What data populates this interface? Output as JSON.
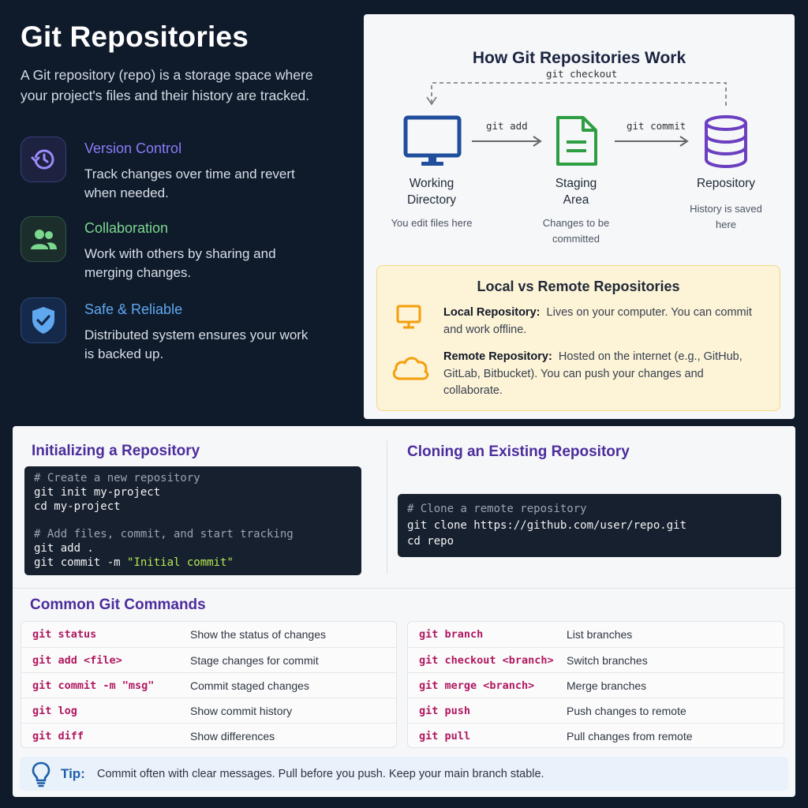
{
  "intro": {
    "title": "Git Repositories",
    "lead": "A Git repository (repo) is a storage space where your project's files and their history are tracked."
  },
  "features": [
    {
      "title": "Version Control",
      "desc": "Track changes over time and revert when needed.",
      "color": "#8b7cf6",
      "icon": "history-icon"
    },
    {
      "title": "Collaboration",
      "desc": "Work with others by sharing and merging changes.",
      "color": "#7bd88f",
      "icon": "users-icon"
    },
    {
      "title": "Safe & Reliable",
      "desc": "Distributed system ensures your work is backed up.",
      "color": "#5fa8f0",
      "icon": "shield-check-icon"
    }
  ],
  "workflow": {
    "title": "How Git Repositories Work",
    "checkout_label": "git checkout",
    "add_label": "git add",
    "commit_label": "git commit",
    "nodes": [
      {
        "name": "Working Directory",
        "desc": "You edit files here",
        "icon": "monitor-icon",
        "color": "#1f4e9c"
      },
      {
        "name": "Staging Area",
        "desc": "Changes to be committed",
        "icon": "document-icon",
        "color": "#2e9e43"
      },
      {
        "name": "Repository",
        "desc": "History is saved here",
        "icon": "database-icon",
        "color": "#6b3fbf"
      }
    ]
  },
  "local_remote": {
    "title": "Local vs Remote Repositories",
    "local_label": "Local Repository:",
    "local_text": "Lives on your computer. You can commit and work offline.",
    "remote_label": "Remote Repository:",
    "remote_text": "Hosted on the internet (e.g., GitHub, GitLab, Bitbucket). You can push your changes and collaborate.",
    "accent": "#f59e0b"
  },
  "init": {
    "title": "Initializing a Repository",
    "comment1": "# Create a new repository",
    "line1": "git init my-project",
    "line2": "cd my-project",
    "comment2": "# Add files, commit, and start tracking",
    "line3": "git add .",
    "line4_prefix": "git commit -m ",
    "line4_string": "\"Initial commit\""
  },
  "clone": {
    "title": "Cloning an Existing Repository",
    "comment": "# Clone a remote repository",
    "line1": "git clone https://github.com/user/repo.git",
    "line2": "cd repo"
  },
  "commands": {
    "title": "Common Git Commands",
    "left": [
      {
        "cmd": "git status",
        "desc": "Show the status of changes"
      },
      {
        "cmd": "git add <file>",
        "desc": "Stage changes for commit"
      },
      {
        "cmd": "git commit -m \"msg\"",
        "desc": "Commit staged changes"
      },
      {
        "cmd": "git log",
        "desc": "Show commit history"
      },
      {
        "cmd": "git diff",
        "desc": "Show differences"
      }
    ],
    "right": [
      {
        "cmd": "git branch",
        "desc": "List branches"
      },
      {
        "cmd": "git checkout <branch>",
        "desc": "Switch branches"
      },
      {
        "cmd": "git merge <branch>",
        "desc": "Merge branches"
      },
      {
        "cmd": "git push",
        "desc": "Push changes to remote"
      },
      {
        "cmd": "git pull",
        "desc": "Pull changes from remote"
      }
    ]
  },
  "tip": {
    "label": "Tip:",
    "text": "Commit often with clear messages. Pull before you push. Keep your main branch stable.",
    "icon": "lightbulb-icon"
  }
}
